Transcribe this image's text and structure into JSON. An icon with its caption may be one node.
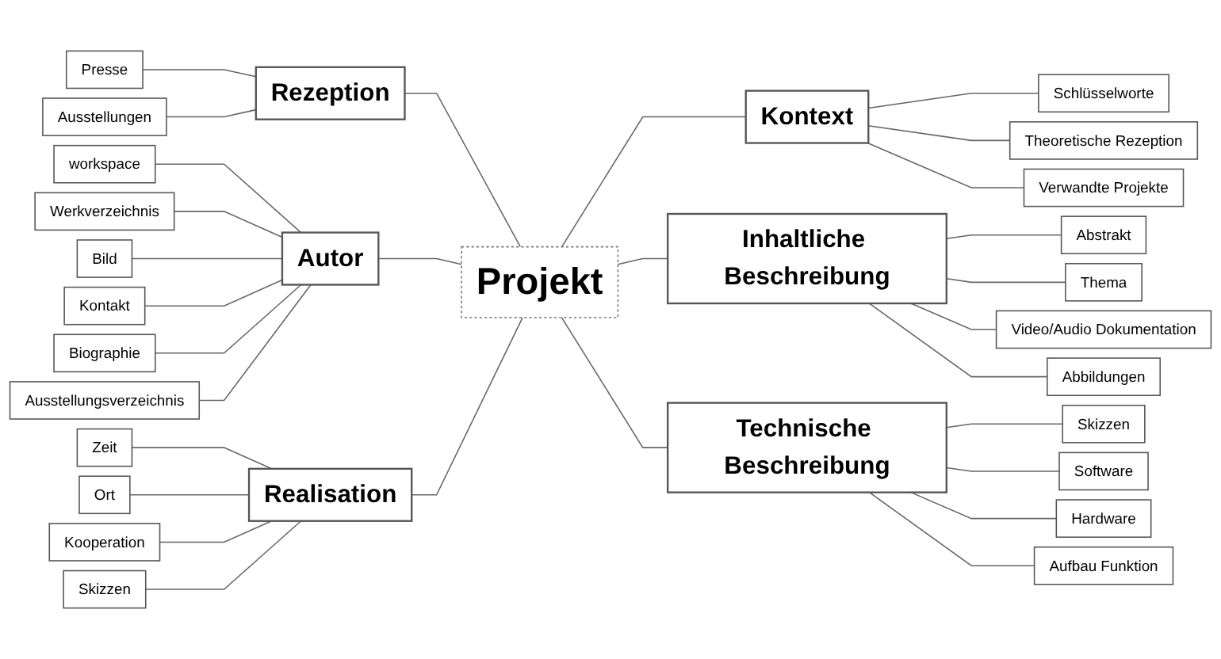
{
  "diagram": {
    "nodes": [
      {
        "text": [
          "Projekt"
        ]
      },
      {
        "text": [
          "Rezeption"
        ]
      },
      {
        "text": [
          "Presse"
        ]
      },
      {
        "text": [
          "Ausstellungen"
        ]
      },
      {
        "text": [
          "Autor"
        ]
      },
      {
        "text": [
          "workspace"
        ]
      },
      {
        "text": [
          "Werkverzeichnis"
        ]
      },
      {
        "text": [
          "Bild"
        ]
      },
      {
        "text": [
          "Kontakt"
        ]
      },
      {
        "text": [
          "Biographie"
        ]
      },
      {
        "text": [
          "Ausstellungsverzeichnis"
        ]
      },
      {
        "text": [
          "Realisation"
        ]
      },
      {
        "text": [
          "Zeit"
        ]
      },
      {
        "text": [
          "Ort"
        ]
      },
      {
        "text": [
          "Kooperation"
        ]
      },
      {
        "text": [
          "Skizzen"
        ]
      },
      {
        "text": [
          "Kontext"
        ]
      },
      {
        "text": [
          "Schlüsselworte"
        ]
      },
      {
        "text": [
          "Theoretische Rezeption"
        ]
      },
      {
        "text": [
          "Verwandte Projekte"
        ]
      },
      {
        "text": [
          "Inhaltliche Beschreibung"
        ]
      },
      {
        "text": [
          "Abstrakt"
        ]
      },
      {
        "text": [
          "Thema"
        ]
      },
      {
        "text": [
          "Video/Audio Dokumentation"
        ]
      },
      {
        "text": [
          "Abbildungen"
        ]
      },
      {
        "text": [
          "Technische Beschreibung"
        ]
      },
      {
        "text": [
          "Skizzen"
        ]
      },
      {
        "text": [
          "Software"
        ]
      },
      {
        "text": [
          "Hardware"
        ]
      },
      {
        "text": [
          "Aufbau Funktion"
        ]
      }
    ],
    "edges": [
      {
        "from": 2,
        "to": 1,
        "arrow": "none"
      },
      {
        "from": 3,
        "to": 1,
        "arrow": "none"
      },
      {
        "from": 1,
        "to": 0,
        "arrow": "none"
      },
      {
        "from": 5,
        "to": 4,
        "arrow": "none"
      },
      {
        "from": 6,
        "to": 4,
        "arrow": "none"
      },
      {
        "from": 7,
        "to": 4,
        "arrow": "none"
      },
      {
        "from": 8,
        "to": 4,
        "arrow": "none"
      },
      {
        "from": 9,
        "to": 4,
        "arrow": "none"
      },
      {
        "from": 10,
        "to": 4,
        "arrow": "none"
      },
      {
        "from": 4,
        "to": 0,
        "arrow": "none"
      },
      {
        "from": 12,
        "to": 11,
        "arrow": "none"
      },
      {
        "from": 13,
        "to": 11,
        "arrow": "none"
      },
      {
        "from": 14,
        "to": 11,
        "arrow": "none"
      },
      {
        "from": 15,
        "to": 11,
        "arrow": "none"
      },
      {
        "from": 11,
        "to": 0,
        "arrow": "none"
      },
      {
        "from": 0,
        "to": 16,
        "arrow": "none"
      },
      {
        "from": 16,
        "to": 17,
        "arrow": "none"
      },
      {
        "from": 16,
        "to": 18,
        "arrow": "none"
      },
      {
        "from": 16,
        "to": 19,
        "arrow": "none"
      },
      {
        "from": 0,
        "to": 20,
        "arrow": "none"
      },
      {
        "from": 20,
        "to": 21,
        "arrow": "none"
      },
      {
        "from": 20,
        "to": 22,
        "arrow": "none"
      },
      {
        "from": 20,
        "to": 23,
        "arrow": "none"
      },
      {
        "from": 20,
        "to": 24,
        "arrow": "none"
      },
      {
        "from": 0,
        "to": 25,
        "arrow": "none"
      },
      {
        "from": 25,
        "to": 26,
        "arrow": "none"
      },
      {
        "from": 25,
        "to": 27,
        "arrow": "none"
      },
      {
        "from": 25,
        "to": 28,
        "arrow": "none"
      },
      {
        "from": 25,
        "to": 29,
        "arrow": "none"
      }
    ]
  }
}
